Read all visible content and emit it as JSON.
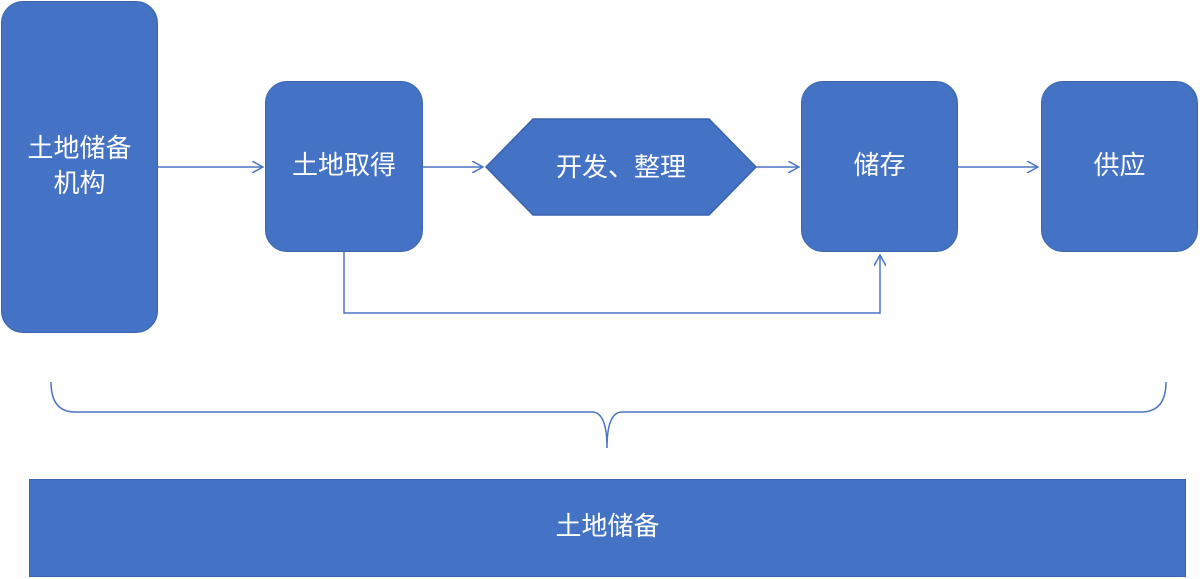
{
  "nodes": {
    "agency": "土地储备\n机构",
    "acquire": "土地取得",
    "develop": "开发、整理",
    "store": "储存",
    "supply": "供应",
    "land_reserve": "土地储备"
  },
  "colors": {
    "fill": "#4472c4",
    "connector": "#4a74c4"
  }
}
